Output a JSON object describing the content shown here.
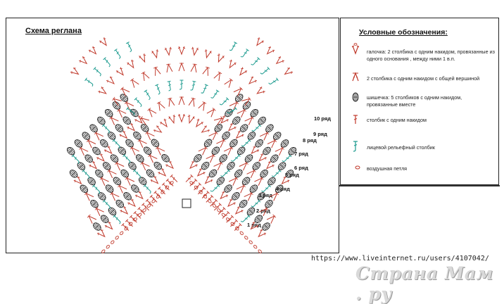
{
  "scheme_title": "Схема реглана",
  "legend": {
    "title": "Условные обозначения:",
    "items": [
      {
        "icon": "galochka-icon",
        "text": "галочка: 2 столбика с одним накидом, провязанные из одного основания , между ними 1 в.п."
      },
      {
        "icon": "two-dc-together-icon",
        "text": "2 столбика с одним накидом с общей вершиной"
      },
      {
        "icon": "bobble-icon",
        "text": "шишечка: 5 столбиков с одним накидом, провязанные вместе"
      },
      {
        "icon": "dc-icon",
        "text": "столбик с одним накидом"
      },
      {
        "icon": "front-post-dc-icon",
        "text": "лицевой рельефный столбик"
      },
      {
        "icon": "chain-icon",
        "text": "воздушная петля"
      }
    ]
  },
  "rows": [
    "1 ряд",
    "2 ряд",
    "3 ряд",
    "4 ряд",
    "5 ряд",
    "6 ряд",
    "7 ряд",
    "8 ряд",
    "9 ряд",
    "10 ряд"
  ],
  "url": "https://www.liveinternet.ru/users/4107042/",
  "brand": "Страна Мам . ру",
  "colors": {
    "red": "#c0392b",
    "teal": "#1a9a8e",
    "dark": "#222222"
  }
}
